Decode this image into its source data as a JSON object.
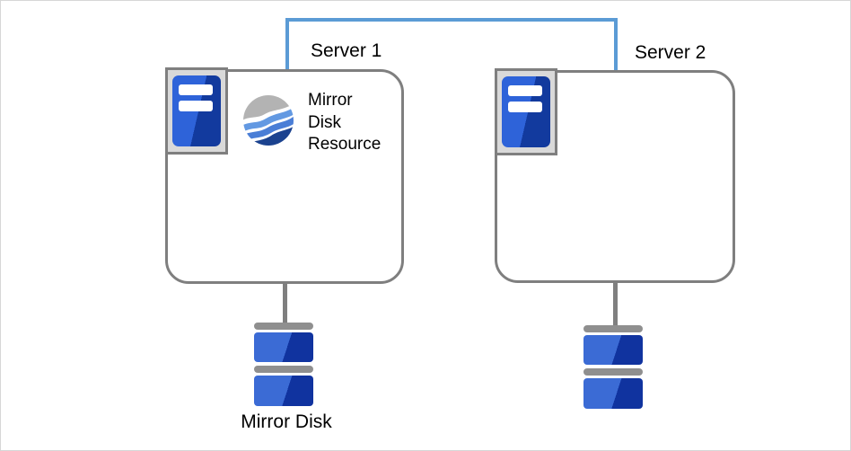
{
  "servers": [
    {
      "label": "Server 1"
    },
    {
      "label": "Server 2"
    }
  ],
  "resource": {
    "label": "Mirror Disk Resource"
  },
  "disk": {
    "label": "Mirror Disk"
  },
  "icons": {
    "server_icon": "blue server tower with two white drive slots in gray frame",
    "mirror_disk_resource_icon": "wavy sphere (gray / light blue / navy bands)",
    "disk_icon": "stack of two blue platters with gray separator bars",
    "interconnect": "blue bracket line joining Server 1 and Server 2"
  },
  "colors": {
    "canvas_border": "#d6d6d6",
    "link_blue": "#5b9bd5",
    "box_gray": "#7f7f7f",
    "bar_gray": "#8f8f8f",
    "server_blue_light": "#2e63d9",
    "server_blue_dark": "#123a9e",
    "disk_blue_light": "#3b6bd5",
    "disk_blue_dark": "#10339f",
    "swirl_gray": "#b3b3b3",
    "swirl_blue_light": "#6399e2",
    "swirl_blue": "#4a7ed6",
    "swirl_navy": "#1b428f"
  }
}
